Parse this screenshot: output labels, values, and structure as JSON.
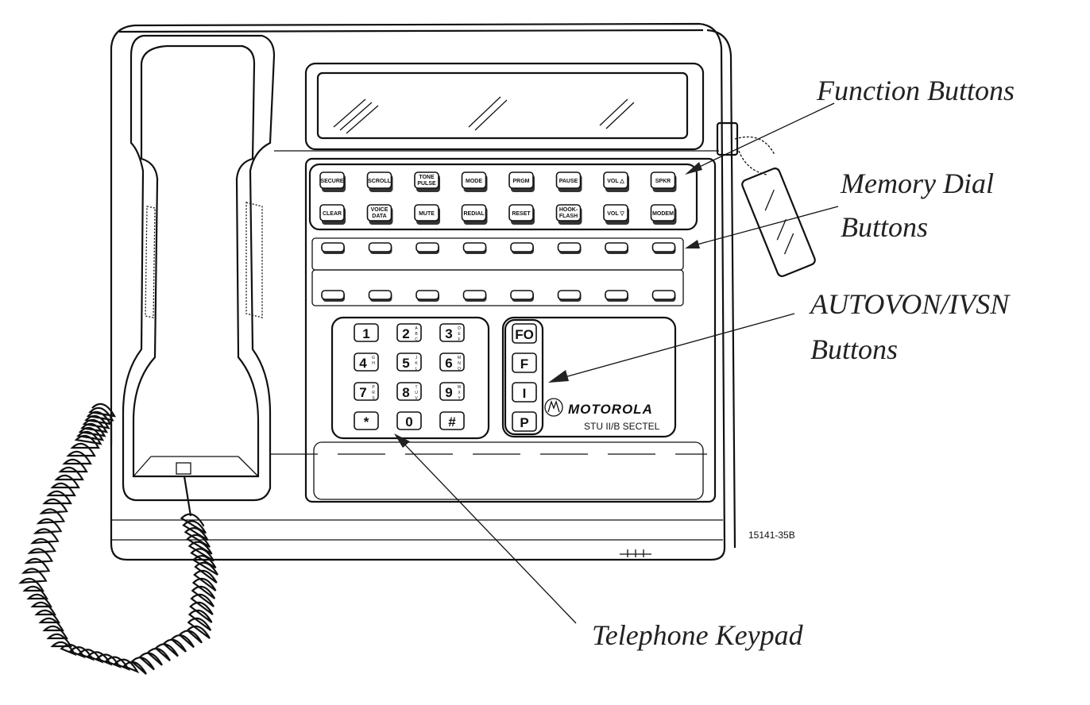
{
  "callouts": {
    "function_buttons": "Function Buttons",
    "memory_dial_line1": "Memory Dial",
    "memory_dial_line2": "Buttons",
    "autovon_line1": "AUTOVON/IVSN",
    "autovon_line2": "Buttons",
    "telephone_keypad": "Telephone Keypad"
  },
  "function_buttons": {
    "row1": [
      [
        "SECURE"
      ],
      [
        "SCROLL"
      ],
      [
        "TONE",
        "PULSE"
      ],
      [
        "MODE"
      ],
      [
        "PRGM"
      ],
      [
        "PAUSE"
      ],
      [
        "VOL △"
      ],
      [
        "SPKR"
      ]
    ],
    "row2": [
      [
        "CLEAR"
      ],
      [
        "VOICE",
        "DATA"
      ],
      [
        "MUTE"
      ],
      [
        "REDIAL"
      ],
      [
        "RESET"
      ],
      [
        "HOOK-",
        "FLASH"
      ],
      [
        "VOL ▽"
      ],
      [
        "MODEM"
      ]
    ]
  },
  "memory_dial": {
    "rows": 2,
    "per_row": 8
  },
  "keypad": [
    {
      "key": "1",
      "sub": ""
    },
    {
      "key": "2",
      "sub": "ABC"
    },
    {
      "key": "3",
      "sub": "DEF"
    },
    {
      "key": "4",
      "sub": "GH"
    },
    {
      "key": "5",
      "sub": "JKL"
    },
    {
      "key": "6",
      "sub": "MNO"
    },
    {
      "key": "7",
      "sub": "PRS"
    },
    {
      "key": "8",
      "sub": "TUV"
    },
    {
      "key": "9",
      "sub": "WXY"
    },
    {
      "key": "*",
      "sub": ""
    },
    {
      "key": "0",
      "sub": ""
    },
    {
      "key": "#",
      "sub": ""
    }
  ],
  "autovon_buttons": [
    "FO",
    "F",
    "I",
    "P"
  ],
  "branding": {
    "brand": "MOTOROLA",
    "model": "STU II/B SECTEL"
  },
  "figure_number": "15141-35B"
}
